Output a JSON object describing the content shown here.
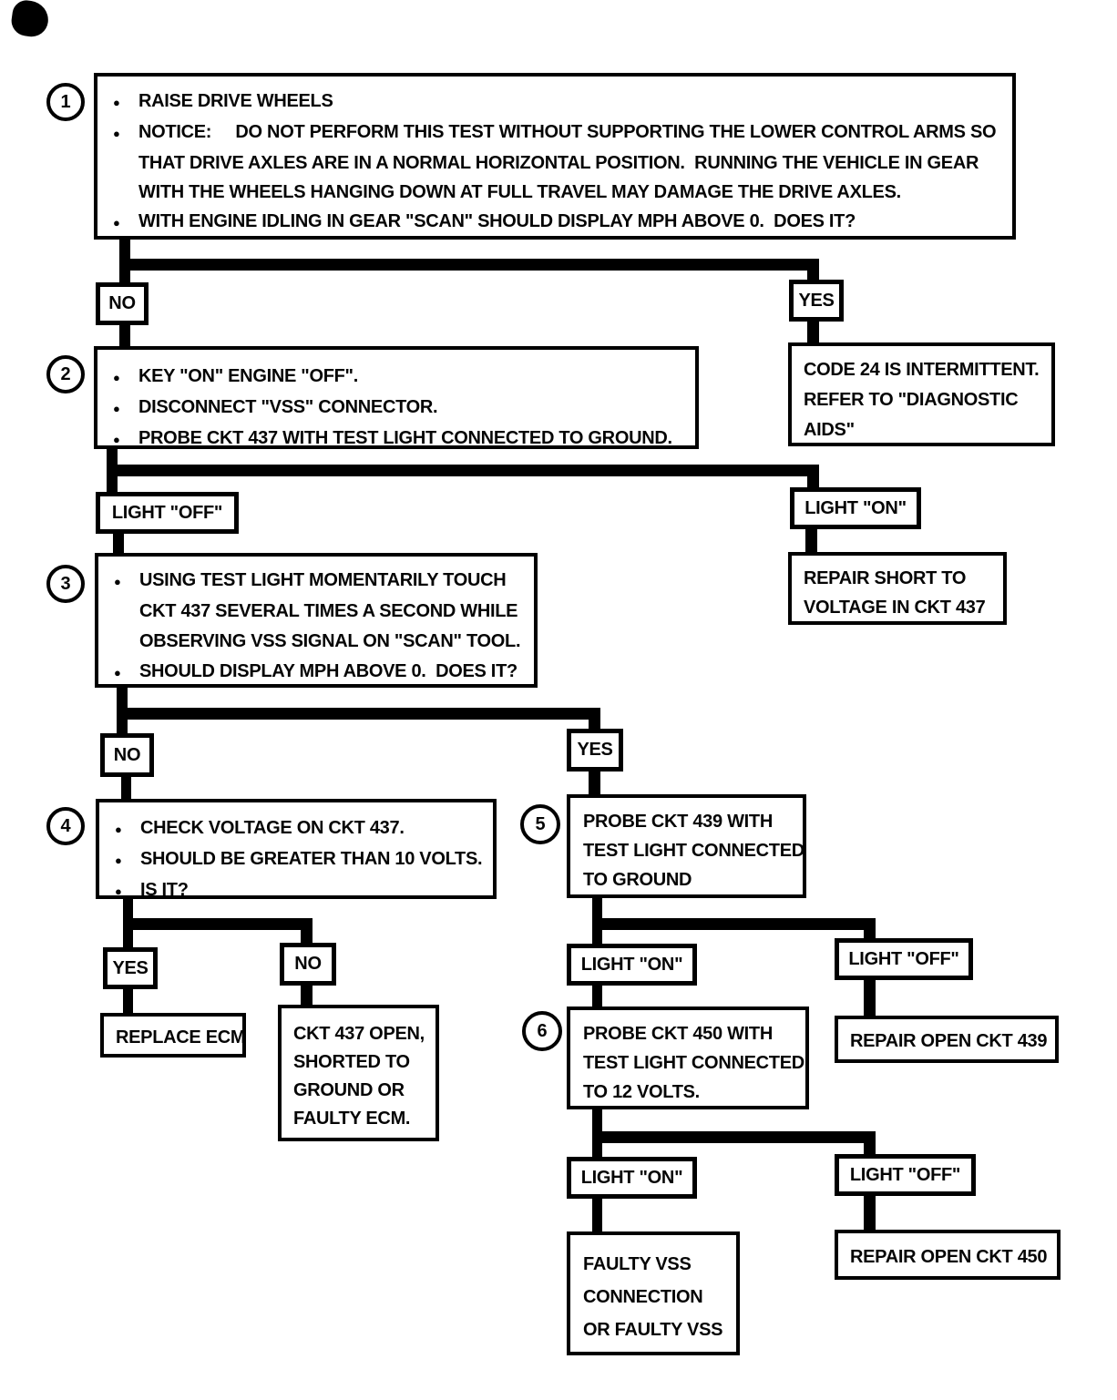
{
  "glyphs": {
    "bullet": "●"
  },
  "steps": {
    "s1": {
      "number": "1",
      "lines": [
        "RAISE DRIVE WHEELS",
        "NOTICE:     DO NOT PERFORM THIS TEST WITHOUT SUPPORTING THE LOWER CONTROL ARMS SO",
        "THAT DRIVE AXLES ARE IN A NORMAL HORIZONTAL POSITION.  RUNNING THE VEHICLE IN GEAR",
        "WITH THE WHEELS HANGING DOWN AT FULL TRAVEL MAY DAMAGE THE DRIVE AXLES.",
        "WITH ENGINE IDLING IN GEAR \"SCAN\" SHOULD DISPLAY MPH ABOVE 0.  DOES IT?"
      ]
    },
    "s2": {
      "number": "2",
      "lines": [
        "KEY \"ON\" ENGINE \"OFF\".",
        "DISCONNECT \"VSS\" CONNECTOR.",
        "PROBE CKT 437 WITH TEST LIGHT CONNECTED TO GROUND."
      ]
    },
    "s3": {
      "number": "3",
      "lines": [
        "USING TEST LIGHT MOMENTARILY TOUCH",
        "CKT 437 SEVERAL TIMES A SECOND WHILE",
        "OBSERVING VSS SIGNAL ON \"SCAN\" TOOL.",
        "SHOULD DISPLAY MPH ABOVE 0.  DOES IT?"
      ]
    },
    "s4": {
      "number": "4",
      "lines": [
        "CHECK VOLTAGE ON CKT 437.",
        "SHOULD BE GREATER THAN 10 VOLTS.",
        "IS IT?"
      ]
    },
    "s5": {
      "number": "5",
      "lines": [
        "PROBE CKT 439 WITH",
        "TEST LIGHT CONNECTED",
        "TO GROUND"
      ]
    },
    "s6": {
      "number": "6",
      "lines": [
        "PROBE CKT 450 WITH",
        "TEST LIGHT CONNECTED"
      ],
      "line3_prefix": "TO ",
      "line3_underlined": "12 VOLTS."
    }
  },
  "branch_labels": {
    "step1_no": "NO",
    "step1_yes": "YES",
    "step2_light_off": "LIGHT \"OFF\"",
    "step2_light_on": "LIGHT \"ON\"",
    "step3_no": "NO",
    "step3_yes": "YES",
    "step4_yes": "YES",
    "step4_no": "NO",
    "step5_light_on": "LIGHT \"ON\"",
    "step5_light_off": "LIGHT \"OFF\"",
    "step6_light_on": "LIGHT \"ON\"",
    "step6_light_off": "LIGHT \"OFF\""
  },
  "results": {
    "code24_intermittent": {
      "lines": [
        "CODE 24 IS INTERMITTENT.",
        "REFER TO \"DIAGNOSTIC",
        "AIDS\""
      ]
    },
    "repair_short_ckt437": {
      "lines": [
        "REPAIR SHORT TO",
        "VOLTAGE IN CKT 437"
      ]
    },
    "replace_ecm": {
      "lines": [
        "REPLACE ECM"
      ]
    },
    "ckt437_open": {
      "lines": [
        "CKT 437 OPEN,",
        "SHORTED TO",
        "GROUND OR",
        "FAULTY ECM."
      ]
    },
    "repair_open_ckt439": {
      "lines": [
        "REPAIR OPEN CKT 439"
      ]
    },
    "faulty_vss": {
      "lines": [
        "FAULTY VSS",
        "CONNECTION",
        "OR FAULTY VSS"
      ]
    },
    "repair_open_ckt450": {
      "lines": [
        "REPAIR OPEN CKT 450"
      ]
    }
  }
}
